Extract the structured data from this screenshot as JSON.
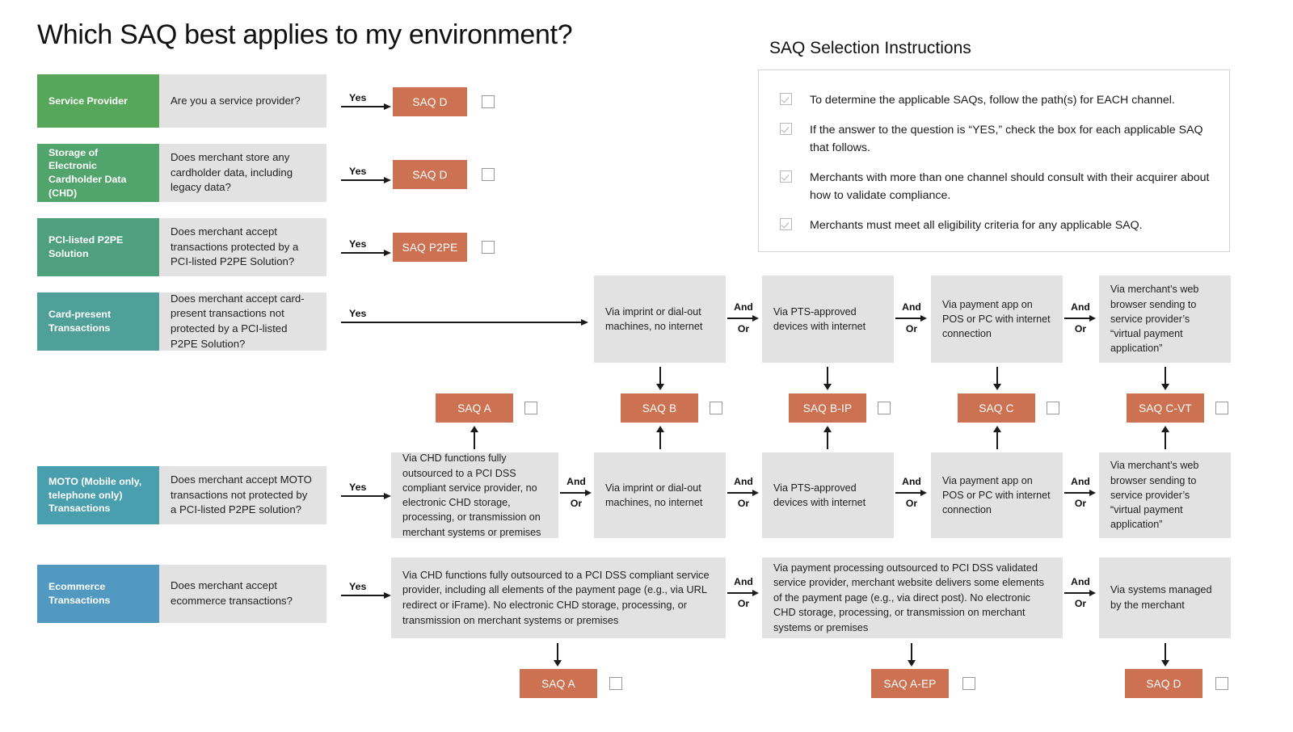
{
  "page": {
    "title": "Which SAQ best applies to my environment?"
  },
  "instructions": {
    "title": "SAQ Selection Instructions",
    "items": [
      {
        "checkbox": "checkbox-checked-icon",
        "text": "To determine the applicable SAQs, follow the path(s) for EACH channel."
      },
      {
        "checkbox": "checkbox-checked-icon",
        "text": "If the answer to the question is “YES,” check the box for each applicable SAQ that follows."
      },
      {
        "checkbox": "checkbox-checked-icon",
        "text": "Merchants with more than one channel should consult with their acquirer about how to validate compliance."
      },
      {
        "checkbox": "checkbox-checked-icon",
        "text": "Merchants must meet all eligibility criteria for any applicable SAQ."
      }
    ]
  },
  "colors": {
    "tag_service_provider": "#57a75a",
    "tag_storage_chd": "#51a46b",
    "tag_p2pe": "#4fa07f",
    "tag_card_present": "#50a09a",
    "tag_moto": "#4a9fae",
    "tag_ecommerce": "#5199c0",
    "question_bg": "#e2e2e2",
    "saq_badge": "#cc7252",
    "arrow": "#1a1a1a",
    "panel_border": "#d4d4d4"
  },
  "rows": [
    {
      "id": "service-provider",
      "tag": "Service Provider",
      "question": "Are you a service provider?",
      "yes_label": "Yes"
    },
    {
      "id": "storage-chd",
      "tag": "Storage of Electronic Cardholder Data (CHD)",
      "question": "Does merchant store any cardholder data, including legacy data?",
      "yes_label": "Yes"
    },
    {
      "id": "p2pe",
      "tag": "PCI-listed P2PE Solution",
      "question": "Does merchant accept transactions protected by a PCI-listed P2PE Solution?",
      "yes_label": "Yes"
    },
    {
      "id": "card-present",
      "tag": "Card-present Transactions",
      "question": "Does merchant accept card-present transactions not protected by a PCI-listed P2PE Solution?",
      "yes_label": "Yes"
    },
    {
      "id": "moto",
      "tag": "MOTO (Mobile only, telephone only) Transactions",
      "question": "Does merchant accept MOTO transactions not protected by a PCI-listed P2PE solution?",
      "yes_label": "Yes"
    },
    {
      "id": "ecommerce",
      "tag": "Ecommerce Transactions",
      "question": "Does merchant accept ecommerce transactions?",
      "yes_label": "Yes"
    }
  ],
  "direct_saqs": [
    {
      "label": "SAQ  D",
      "row": "service-provider"
    },
    {
      "label": "SAQ  D",
      "row": "storage-chd"
    },
    {
      "label": "SAQ  P2PE",
      "row": "p2pe"
    }
  ],
  "card_present_options": [
    {
      "text": "Via imprint or dial-out machines, no internet"
    },
    {
      "text": "Via PTS-approved devices with internet"
    },
    {
      "text": "Via payment app on POS or PC with internet connection"
    },
    {
      "text": "Via merchant’s web browser sending to service provider’s “virtual payment application”"
    }
  ],
  "moto_options": [
    {
      "text": "Via CHD functions fully outsourced to a PCI DSS compliant service provider, no electronic CHD storage, processing, or transmission on merchant systems or premises"
    },
    {
      "text": "Via imprint or dial-out machines, no internet"
    },
    {
      "text": "Via PTS-approved devices with internet"
    },
    {
      "text": "Via payment app on POS or PC with internet connection"
    },
    {
      "text": "Via merchant’s web browser sending to service provider’s “virtual payment application”"
    }
  ],
  "ecommerce_options": [
    {
      "text": "Via CHD functions fully outsourced to a PCI DSS compliant service provider, including all elements of the payment page (e.g., via URL redirect or iFrame). No electronic CHD storage, processing, or transmission on merchant systems or premises"
    },
    {
      "text": "Via payment processing outsourced to PCI DSS validated service provider, merchant website delivers some elements of the payment page (e.g., via direct post). No electronic CHD storage, processing, or transmission on merchant systems or premises"
    },
    {
      "text": "Via systems managed by the merchant"
    }
  ],
  "middle_saqs": [
    {
      "label": "SAQ  A"
    },
    {
      "label": "SAQ  B"
    },
    {
      "label": "SAQ  B-IP"
    },
    {
      "label": "SAQ  C"
    },
    {
      "label": "SAQ  C-VT"
    }
  ],
  "bottom_saqs": [
    {
      "label": "SAQ  A"
    },
    {
      "label": "SAQ  A-EP"
    },
    {
      "label": "SAQ  D"
    }
  ],
  "connectors": {
    "and": "And",
    "or": "Or"
  }
}
